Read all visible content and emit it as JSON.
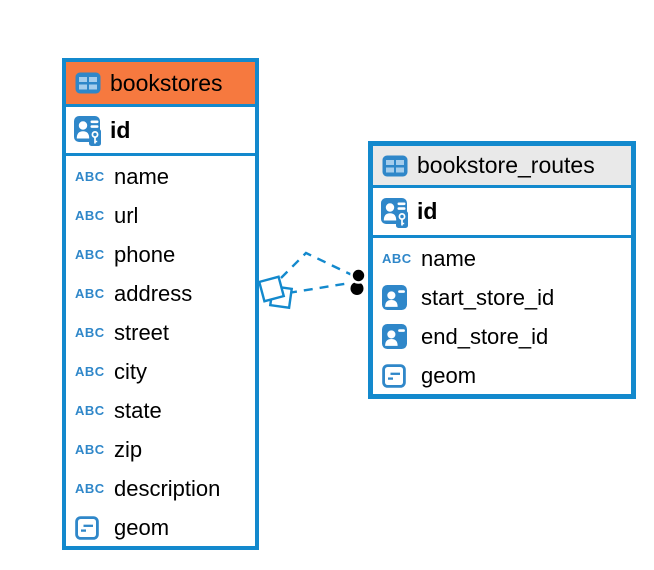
{
  "colors": {
    "table_border": "#1389cd",
    "connector": "#1389cd",
    "icon_blue": "#2f87c9",
    "icon_cell_blue": "#a5cdec",
    "bookstores_header": "#f6793f",
    "routes_header": "#e9e9e9",
    "text": "#000000",
    "endpoint_dot": "#000000"
  },
  "icons": {
    "text_type_label": "ABC"
  },
  "tables": [
    {
      "title": "bookstores",
      "header_color": "#f6793f",
      "primary_key": {
        "name": "id",
        "type": "primary-key"
      },
      "fields": [
        {
          "name": "name",
          "type": "text"
        },
        {
          "name": "url",
          "type": "text"
        },
        {
          "name": "phone",
          "type": "text"
        },
        {
          "name": "address",
          "type": "text"
        },
        {
          "name": "street",
          "type": "text"
        },
        {
          "name": "city",
          "type": "text"
        },
        {
          "name": "state",
          "type": "text"
        },
        {
          "name": "zip",
          "type": "text"
        },
        {
          "name": "description",
          "type": "text"
        },
        {
          "name": "geom",
          "type": "geometry"
        }
      ]
    },
    {
      "title": "bookstore_routes",
      "header_color": "#e9e9e9",
      "primary_key": {
        "name": "id",
        "type": "primary-key"
      },
      "fields": [
        {
          "name": "name",
          "type": "text"
        },
        {
          "name": "start_store_id",
          "type": "reference"
        },
        {
          "name": "end_store_id",
          "type": "reference"
        },
        {
          "name": "geom",
          "type": "geometry"
        }
      ]
    }
  ],
  "relationships": [
    {
      "from": "bookstores",
      "to": "bookstore_routes.start_store_id",
      "style": "dashed"
    },
    {
      "from": "bookstores",
      "to": "bookstore_routes.end_store_id",
      "style": "dashed"
    }
  ]
}
